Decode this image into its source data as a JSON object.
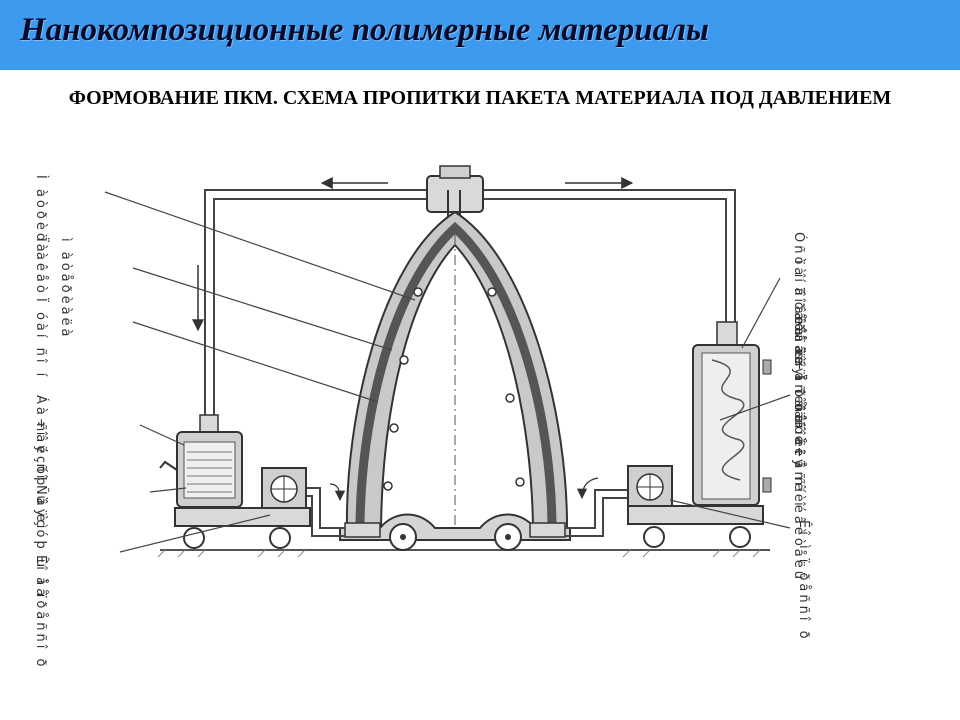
{
  "header": {
    "title": "Нанокомпозиционные полимерные материалы"
  },
  "slide": {
    "heading": "ФОРМОВАНИЕ ПКМ. СХЕМА ПРОПИТКИ ПАКЕТА МАТЕРИАЛА ПОД ДАВЛЕНИЕМ"
  },
  "labels": {
    "left": [
      "Ì àòðèöà",
      "Ï àêåò",
      "ì àòåðèàëà",
      "Ï óàí ñî í",
      "Áà÷î é  ñî",
      "ñâÿçóþ ù èì",
      "Ñâÿçóþ ù åå",
      "Êî ì ïðåññî ð"
    ],
    "right": [
      "Óñòàí î âêà  äëÿ",
      "ï î äî ãðåâà",
      "ï ðåäí è÷åñêî ãî",
      "òåï ëî í î ñèòåëÿ",
      "Ï ðåäí è÷åñêèé",
      "òåï ëî î ñí î âèòåëü",
      "Êî ì ï ðåññî ð"
    ]
  }
}
